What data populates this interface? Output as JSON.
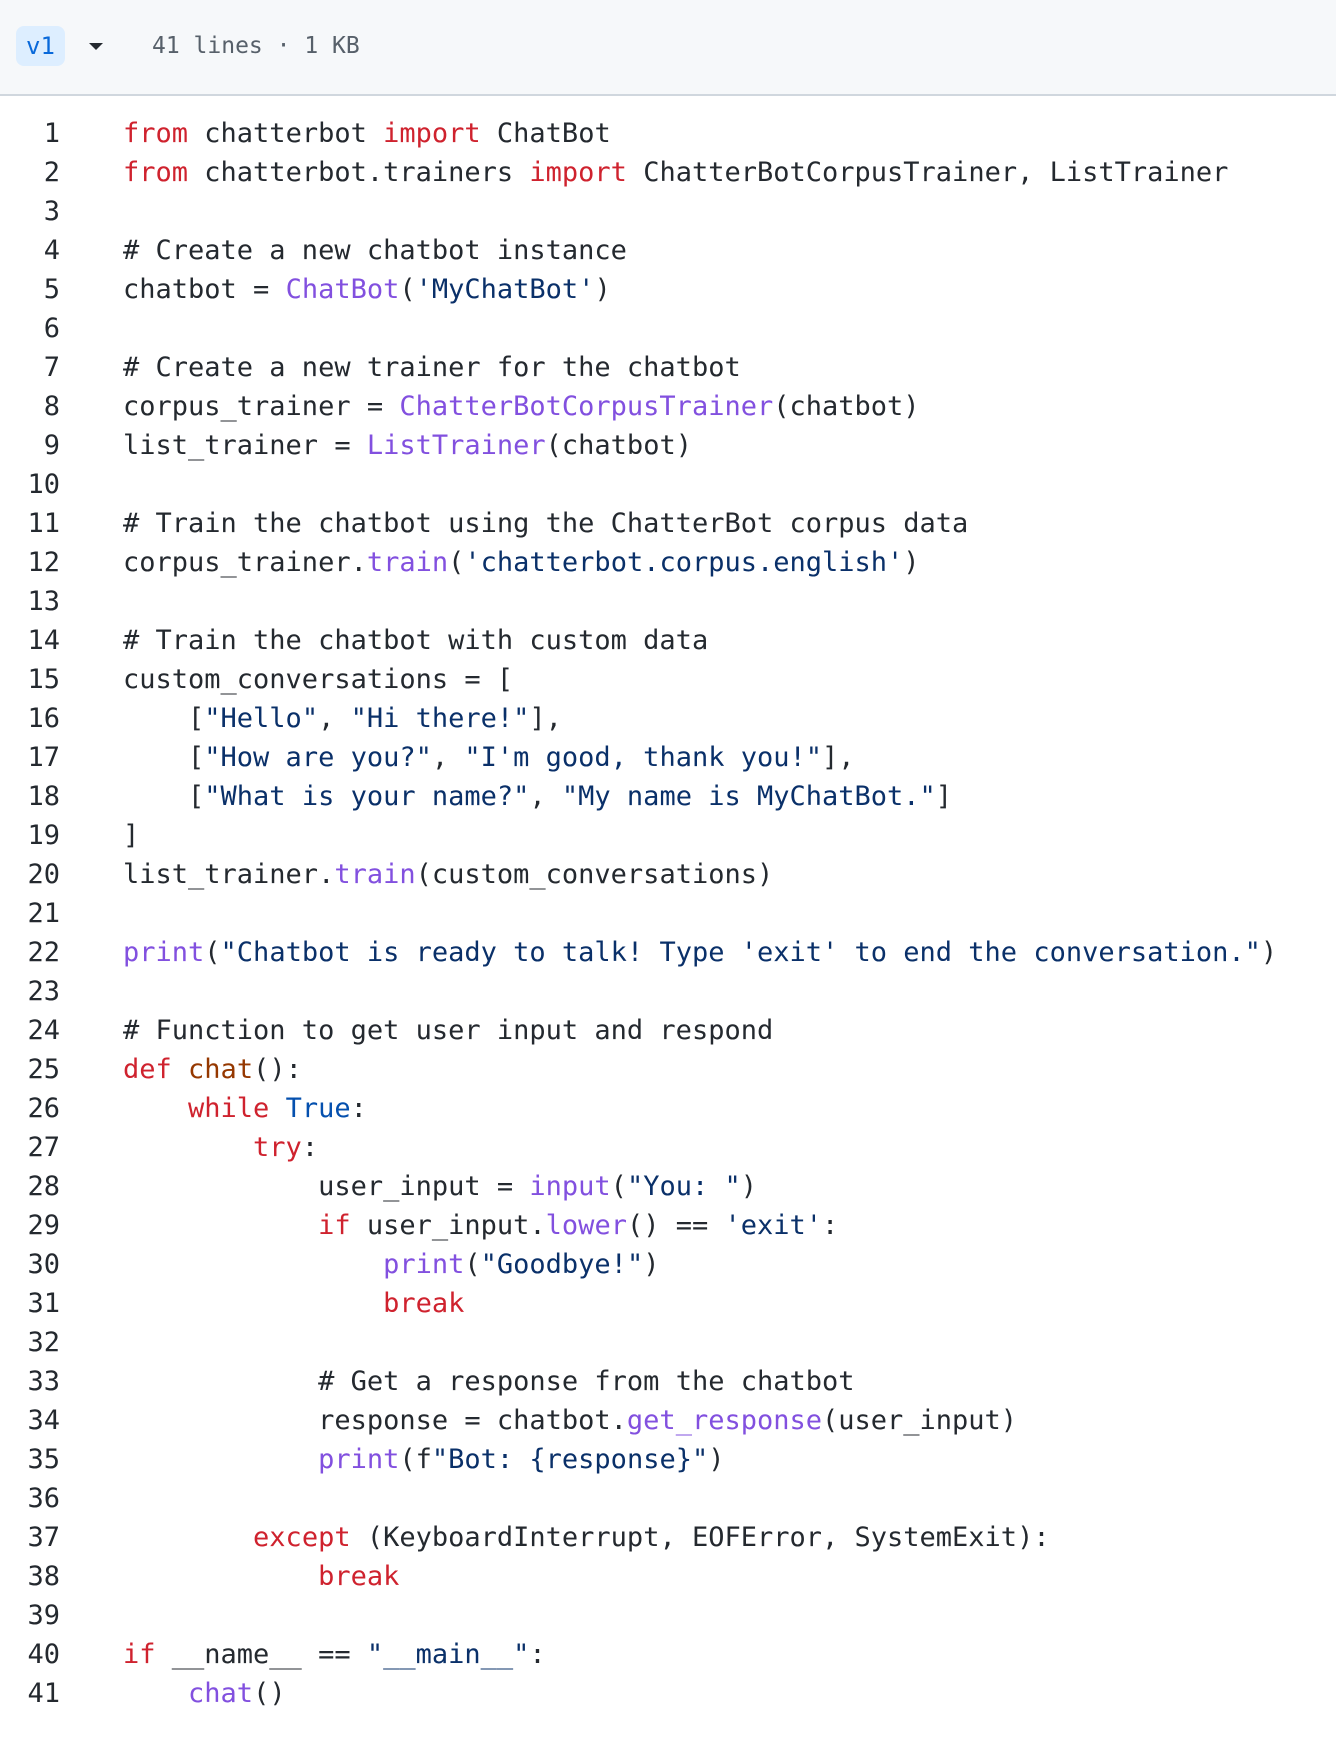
{
  "header": {
    "version": "v1",
    "line_count": "41 lines",
    "separator": "·",
    "size": "1 KB"
  },
  "icons": {
    "dropdown": "caret-down-icon"
  },
  "colors": {
    "keyword": "#cf222e",
    "function": "#8250df",
    "string": "#0a3069",
    "builtin_constant": "#0550ae",
    "definition": "#953800",
    "text": "#24292f",
    "header_bg": "#f6f8fa",
    "badge_bg": "#ddeeff",
    "badge_text": "#0969da"
  },
  "code_lines": [
    [
      [
        "kw",
        "from"
      ],
      [
        "t",
        " chatterbot "
      ],
      [
        "kw",
        "import"
      ],
      [
        "t",
        " ChatBot"
      ]
    ],
    [
      [
        "kw",
        "from"
      ],
      [
        "t",
        " chatterbot.trainers "
      ],
      [
        "kw",
        "import"
      ],
      [
        "t",
        " ChatterBotCorpusTrainer, ListTrainer"
      ]
    ],
    [],
    [
      [
        "cm",
        "# Create a new chatbot instance"
      ]
    ],
    [
      [
        "t",
        "chatbot = "
      ],
      [
        "fn",
        "ChatBot"
      ],
      [
        "t",
        "("
      ],
      [
        "st",
        "'MyChatBot'"
      ],
      [
        "t",
        ")"
      ]
    ],
    [],
    [
      [
        "cm",
        "# Create a new trainer for the chatbot"
      ]
    ],
    [
      [
        "t",
        "corpus_trainer = "
      ],
      [
        "fn",
        "ChatterBotCorpusTrainer"
      ],
      [
        "t",
        "(chatbot)"
      ]
    ],
    [
      [
        "t",
        "list_trainer = "
      ],
      [
        "fn",
        "ListTrainer"
      ],
      [
        "t",
        "(chatbot)"
      ]
    ],
    [],
    [
      [
        "cm",
        "# Train the chatbot using the ChatterBot corpus data"
      ]
    ],
    [
      [
        "t",
        "corpus_trainer."
      ],
      [
        "fn",
        "train"
      ],
      [
        "t",
        "("
      ],
      [
        "st",
        "'chatterbot.corpus.english'"
      ],
      [
        "t",
        ")"
      ]
    ],
    [],
    [
      [
        "cm",
        "# Train the chatbot with custom data"
      ]
    ],
    [
      [
        "t",
        "custom_conversations = ["
      ]
    ],
    [
      [
        "t",
        "    ["
      ],
      [
        "st",
        "\"Hello\""
      ],
      [
        "t",
        ", "
      ],
      [
        "st",
        "\"Hi there!\""
      ],
      [
        "t",
        "],"
      ]
    ],
    [
      [
        "t",
        "    ["
      ],
      [
        "st",
        "\"How are you?\""
      ],
      [
        "t",
        ", "
      ],
      [
        "st",
        "\"I'm good, thank you!\""
      ],
      [
        "t",
        "],"
      ]
    ],
    [
      [
        "t",
        "    ["
      ],
      [
        "st",
        "\"What is your name?\""
      ],
      [
        "t",
        ", "
      ],
      [
        "st",
        "\"My name is MyChatBot.\""
      ],
      [
        "t",
        "]"
      ]
    ],
    [
      [
        "t",
        "]"
      ]
    ],
    [
      [
        "t",
        "list_trainer."
      ],
      [
        "fn",
        "train"
      ],
      [
        "t",
        "(custom_conversations)"
      ]
    ],
    [],
    [
      [
        "fn",
        "print"
      ],
      [
        "t",
        "("
      ],
      [
        "st",
        "\"Chatbot is ready to talk! Type 'exit' to end the conversation.\""
      ],
      [
        "t",
        ")"
      ]
    ],
    [],
    [
      [
        "cm",
        "# Function to get user input and respond"
      ]
    ],
    [
      [
        "kw",
        "def"
      ],
      [
        "t",
        " "
      ],
      [
        "nm",
        "chat"
      ],
      [
        "t",
        "():"
      ]
    ],
    [
      [
        "t",
        "    "
      ],
      [
        "kw",
        "while"
      ],
      [
        "t",
        " "
      ],
      [
        "bi",
        "True"
      ],
      [
        "t",
        ":"
      ]
    ],
    [
      [
        "t",
        "        "
      ],
      [
        "kw",
        "try"
      ],
      [
        "t",
        ":"
      ]
    ],
    [
      [
        "t",
        "            user_input = "
      ],
      [
        "fn",
        "input"
      ],
      [
        "t",
        "("
      ],
      [
        "st",
        "\"You: \""
      ],
      [
        "t",
        ")"
      ]
    ],
    [
      [
        "t",
        "            "
      ],
      [
        "kw",
        "if"
      ],
      [
        "t",
        " user_input."
      ],
      [
        "fn",
        "lower"
      ],
      [
        "t",
        "() == "
      ],
      [
        "st",
        "'exit'"
      ],
      [
        "t",
        ":"
      ]
    ],
    [
      [
        "t",
        "                "
      ],
      [
        "fn",
        "print"
      ],
      [
        "t",
        "("
      ],
      [
        "st",
        "\"Goodbye!\""
      ],
      [
        "t",
        ")"
      ]
    ],
    [
      [
        "t",
        "                "
      ],
      [
        "kw",
        "break"
      ]
    ],
    [],
    [
      [
        "t",
        "            "
      ],
      [
        "cm",
        "# Get a response from the chatbot"
      ]
    ],
    [
      [
        "t",
        "            response = chatbot."
      ],
      [
        "fn",
        "get_response"
      ],
      [
        "t",
        "(user_input)"
      ]
    ],
    [
      [
        "t",
        "            "
      ],
      [
        "fn",
        "print"
      ],
      [
        "t",
        "(f"
      ],
      [
        "st",
        "\"Bot: {response}\""
      ],
      [
        "t",
        ")"
      ]
    ],
    [],
    [
      [
        "t",
        "        "
      ],
      [
        "kw",
        "except"
      ],
      [
        "t",
        " (KeyboardInterrupt, EOFError, SystemExit):"
      ]
    ],
    [
      [
        "t",
        "            "
      ],
      [
        "kw",
        "break"
      ]
    ],
    [],
    [
      [
        "kw",
        "if"
      ],
      [
        "t",
        " __name__ == "
      ],
      [
        "st",
        "\"__main__\""
      ],
      [
        "t",
        ":"
      ]
    ],
    [
      [
        "t",
        "    "
      ],
      [
        "fn",
        "chat"
      ],
      [
        "t",
        "()"
      ]
    ]
  ]
}
